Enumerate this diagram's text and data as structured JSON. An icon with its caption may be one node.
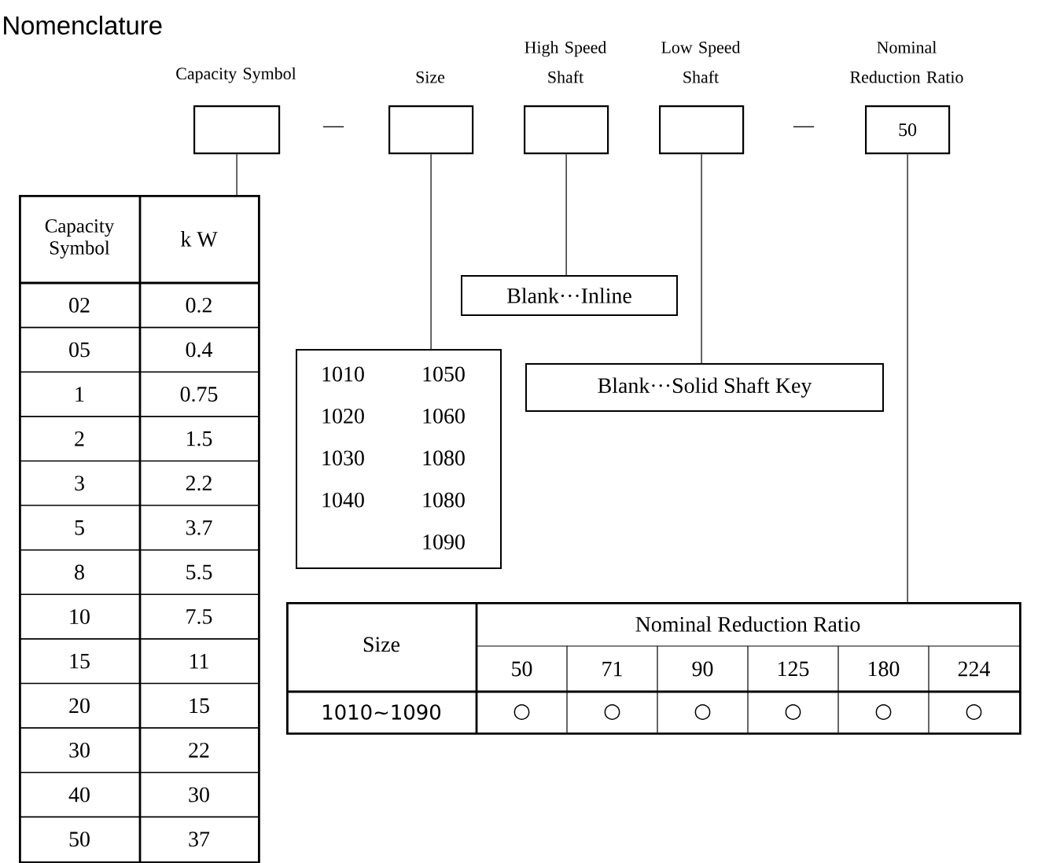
{
  "diagram": {
    "title": "Nomenclature",
    "nodes": [
      {
        "text": [
          "Capacity Symbol"
        ]
      },
      {
        "text": [
          "Size"
        ]
      },
      {
        "text": [
          "High Speed Shaft"
        ]
      },
      {
        "text": [
          "Low Speed Shaft"
        ]
      },
      {
        "text": [
          "Nominal Reduction Ratio",
          "50"
        ]
      },
      {
        "text": [
          "Capacity Symbol",
          "k W",
          "02",
          "0.2",
          "05",
          "0.4",
          "1",
          "0.75",
          "2",
          "1.5",
          "3",
          "2.2",
          "5",
          "3.7",
          "8",
          "5.5",
          "10",
          "7.5",
          "15",
          "11",
          "20",
          "15",
          "30",
          "22",
          "40",
          "30",
          "50",
          "37"
        ]
      },
      {
        "text": [
          "Blank···Inline"
        ]
      },
      {
        "text": [
          "1010",
          "1050",
          "1020",
          "1060",
          "1030",
          "1080",
          "1040",
          "1080",
          "1090"
        ]
      },
      {
        "text": [
          "Blank···Solid Shaft Key"
        ]
      },
      {
        "text": [
          "Size",
          "Nominal Reduction Ratio",
          "50",
          "71",
          "90",
          "125",
          "180",
          "224",
          "1010∼1090",
          "○",
          "○",
          "○",
          "○",
          "○",
          "○"
        ]
      }
    ],
    "edges": [
      {
        "from": 0,
        "to": 5,
        "arrow": "none"
      },
      {
        "from": 1,
        "to": 7,
        "arrow": "none"
      },
      {
        "from": 2,
        "to": 6,
        "arrow": "none"
      },
      {
        "from": 3,
        "to": 8,
        "arrow": "none"
      },
      {
        "from": 4,
        "to": 9,
        "arrow": "none"
      }
    ],
    "labels": [
      "—",
      "—"
    ]
  }
}
